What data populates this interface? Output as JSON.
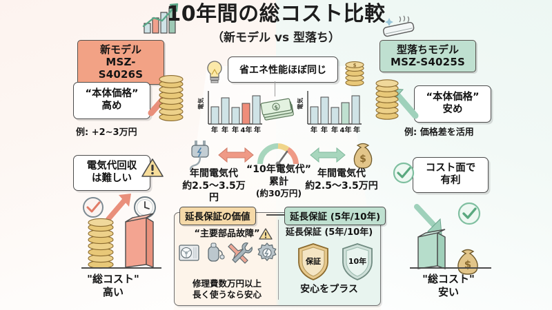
{
  "header": {
    "title": "10年間の総コスト比較",
    "subtitle": "（新モデル vs 型落ち）",
    "chart_icon": "growth-bar-chart-icon",
    "ac_icon": "air-conditioner-icon"
  },
  "left_model": {
    "badge_line1": "新モデル",
    "badge_line2": "MSZ-S4026S",
    "badge_color": "#f2a285",
    "price_callout_line1": "“本体価格”",
    "price_callout_line2": "高め",
    "example": "例: +2~3万円",
    "warning_line1": "電気代回収",
    "warning_line2": "は難しい",
    "warning_icon": "warning-triangle-icon",
    "total_cost_line1": "\"総コスト\"",
    "total_cost_line2": "高い",
    "check_icon": "check-circle-icon",
    "clock_icon": "clock-icon",
    "arrow_icon": "up-arrow-icon",
    "coins_icon": "coin-stack-icon"
  },
  "right_model": {
    "badge_line1": "型落ちモデル",
    "badge_line2": "MSZ-S4025S",
    "badge_color": "#bfe0d0",
    "price_callout_line1": "“本体価格”",
    "price_callout_line2": "安め",
    "example": "例: 価格差を活用",
    "advantage_line1": "コスト面で",
    "advantage_line2": "有利",
    "advantage_icon": "check-circle-icon",
    "total_cost_line1": "\"総コスト\"",
    "total_cost_line2": "安い",
    "money_bag_icon": "money-bag-icon",
    "arrow_icon": "down-arrow-icon",
    "coins_icon": "coin-stack-icon"
  },
  "center": {
    "energy_note": "省エネ性能ほぼ同じ",
    "bulb_icon": "light-bulb-icon",
    "coins_icon": "coin-stack-icon",
    "cash_icon": "cash-stack-icon",
    "plug_icon": "power-plug-icon",
    "money_bag_icon": "money-bag-icon",
    "gauge_icon": "gauge-meter-icon",
    "left_arrow_icon": "left-right-arrow-icon",
    "right_arrow_icon": "left-right-arrow-icon",
    "electricity_left_line1": "年間電気代",
    "electricity_left_line2": "約2.5〜3.5万円",
    "electricity_right_line1": "年間電気代",
    "electricity_right_line2": "約2.5〜3.5万円",
    "gauge_line1": "“10年電気代”",
    "gauge_line2": "累計",
    "gauge_line3": "(約30万円)"
  },
  "warranty": {
    "tab_left": "延長保証の価値",
    "tab_right": "延長保証 (5年/10年)",
    "left_subtitle": "“主要部品故障”",
    "left_warn_icon": "warning-triangle-icon",
    "right_subtitle": "延長保証 (5年/10年)",
    "left_footer_line1": "修理費数万円以上",
    "left_footer_line2": "長く使うなら安心",
    "right_footer": "安心をプラス",
    "shield_gold_label": "保証",
    "shield_green_label": "10年",
    "icons": [
      "ac-outdoor-unit-icon",
      "compressor-icon",
      "tools-icon",
      "gear-bolt-icon"
    ]
  },
  "chart_data": [
    {
      "type": "bar",
      "title": "",
      "name": "new-model-electricity-bars",
      "ylabel": "電気",
      "categories": [
        "年",
        "年",
        "年",
        "4年",
        "年"
      ],
      "values": [
        52,
        78,
        50,
        62,
        82
      ],
      "ylim": [
        0,
        100
      ],
      "grid": false,
      "highlight_index": 3,
      "highlight_color": "#ef8d7a",
      "bar_color": "#cfe3e6"
    },
    {
      "type": "bar",
      "title": "",
      "name": "old-model-electricity-bars",
      "ylabel": "電気",
      "categories": [
        "年",
        "年",
        "年",
        "4年",
        "年"
      ],
      "values": [
        52,
        80,
        50,
        64,
        82
      ],
      "ylim": [
        0,
        100
      ],
      "grid": false,
      "highlight_index": 3,
      "highlight_color": "#bfe0d0",
      "bar_color": "#cfe3e6"
    }
  ],
  "palette": {
    "accent_left": "#ef8d7a",
    "accent_right": "#8fc9b0",
    "ink": "#1d1d1d",
    "gold": "#e0b35e"
  }
}
